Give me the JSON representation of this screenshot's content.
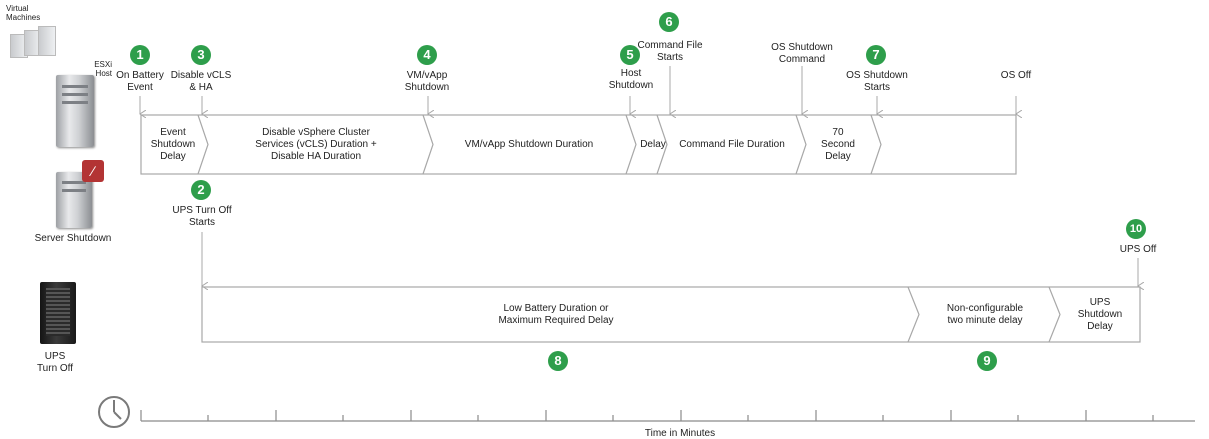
{
  "left_icons": {
    "virtual_machines": "Virtual\nMachines",
    "esxi_host": "ESXi\nHost",
    "server_shutdown": "Server Shutdown",
    "ups_turn_off": "UPS\nTurn Off"
  },
  "events": {
    "e1": {
      "num": "1",
      "label": "On Battery\nEvent"
    },
    "e2": {
      "num": "2",
      "label": "UPS Turn Off\nStarts"
    },
    "e3": {
      "num": "3",
      "label": "Disable vCLS\n& HA"
    },
    "e4": {
      "num": "4",
      "label": "VM/vApp\nShutdown"
    },
    "e5": {
      "num": "5",
      "label": "Host\nShutdown"
    },
    "e6": {
      "num": "6",
      "label": "Command File\nStarts"
    },
    "os_shutdown_command": "OS Shutdown\nCommand",
    "e7": {
      "num": "7",
      "label": "OS Shutdown\nStarts"
    },
    "os_off": "OS Off",
    "e8": {
      "num": "8"
    },
    "e9": {
      "num": "9"
    },
    "e10": {
      "num": "10",
      "label": "UPS Off"
    }
  },
  "server_bar": {
    "segments": [
      "Event\nShutdown\nDelay",
      "Disable vSphere Cluster\nServices (vCLS) Duration +\nDisable HA Duration",
      "VM/vApp Shutdown Duration",
      "Delay",
      "Command File Duration",
      "70\nSecond\nDelay"
    ]
  },
  "ups_bar": {
    "segments": [
      "Low Battery Duration or\nMaximum Required Delay",
      "Non-configurable\ntwo minute delay",
      "UPS\nShutdown\nDelay"
    ]
  },
  "axis": {
    "label": "Time in Minutes",
    "icon": "clock-icon"
  },
  "colors": {
    "badge": "#2e9e4b",
    "arrow": "#a8a8a8",
    "bar_border": "#a8a8a8"
  }
}
